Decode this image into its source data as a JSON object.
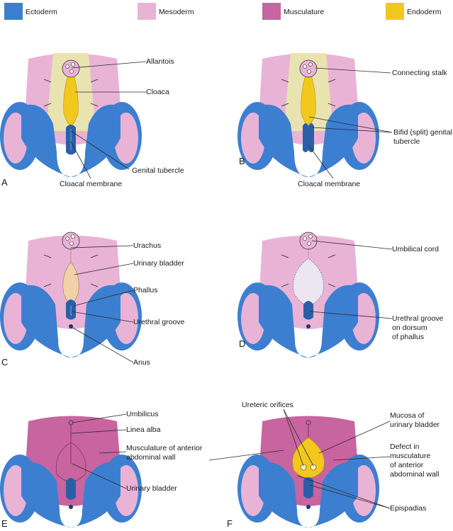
{
  "legend": [
    {
      "label": "Ectoderm",
      "color": "#3c7fd0"
    },
    {
      "label": "Mesoderm",
      "color": "#e9b3d6"
    },
    {
      "label": "Musculature",
      "color": "#c8649f"
    },
    {
      "label": "Endoderm",
      "color": "#f2c81e"
    }
  ],
  "panels": [
    {
      "letter": "A",
      "labels": [
        "Allantois",
        "Cloaca",
        "Genital tubercle",
        "Cloacal membrane"
      ]
    },
    {
      "letter": "B",
      "labels": [
        "Connecting stalk",
        "Bifid (split) genital",
        "tubercle",
        "Cloacal membrane"
      ]
    },
    {
      "letter": "C",
      "labels": [
        "Urachus",
        "Urinary bladder",
        "Phallus",
        "Urethral groove",
        "Anus"
      ]
    },
    {
      "letter": "D",
      "labels": [
        "Umbilical cord",
        "Urethral groove",
        "on dorsum",
        "of phallus"
      ]
    },
    {
      "letter": "E",
      "labels": [
        "Umbilicus",
        "Linea alba",
        "Musculature of anterior",
        "abdominal wall",
        "Urinary bladder"
      ]
    },
    {
      "letter": "F",
      "labels": [
        "Ureteric orifices",
        "Mucosa of",
        "urinary bladder",
        "Defect in",
        "musculature",
        "of anterior",
        "abdominal wall",
        "Epispadias"
      ]
    }
  ],
  "colors": {
    "ectoderm": "#3c7fd0",
    "ectoderm_dark": "#2a5fa8",
    "ectoderm_light": "#6aa3e2",
    "mesoderm": "#e9b3d6",
    "musculature": "#c8649f",
    "endoderm": "#f2c81e",
    "yellow_zone": "#e9e3b0",
    "bladder_tan": "#f0d1a8",
    "bladder_pale": "#ece6f2"
  }
}
